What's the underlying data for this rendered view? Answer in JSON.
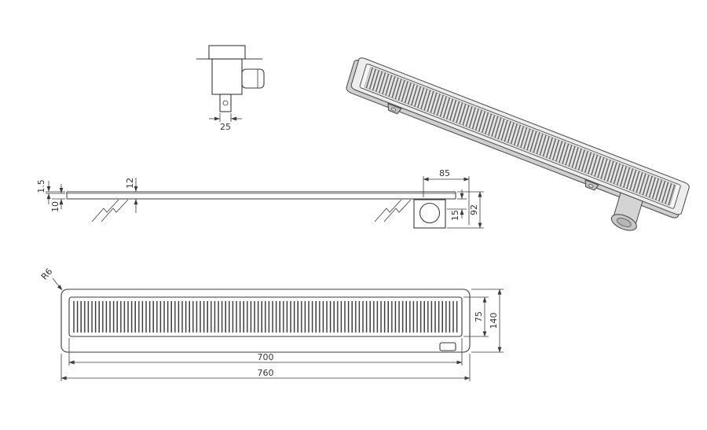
{
  "page": {
    "background": "#ffffff"
  },
  "drawing_colors": {
    "line": "#3a3a3a",
    "text": "#333333",
    "fill_light": "#ededed",
    "fill_mid": "#d4d4d4",
    "fill_dark": "#c7c7c7"
  },
  "dimensions": {
    "outlet_neck_width": "25",
    "flange_thickness": "1.5",
    "edge_height": "10",
    "channel_depth": "12",
    "outlet_offset": "85",
    "outlet_inset": "15",
    "outlet_height": "92",
    "corner_radius": "R6",
    "grate_width": "75",
    "channel_width": "140",
    "grate_length": "700",
    "overall_length": "760"
  }
}
